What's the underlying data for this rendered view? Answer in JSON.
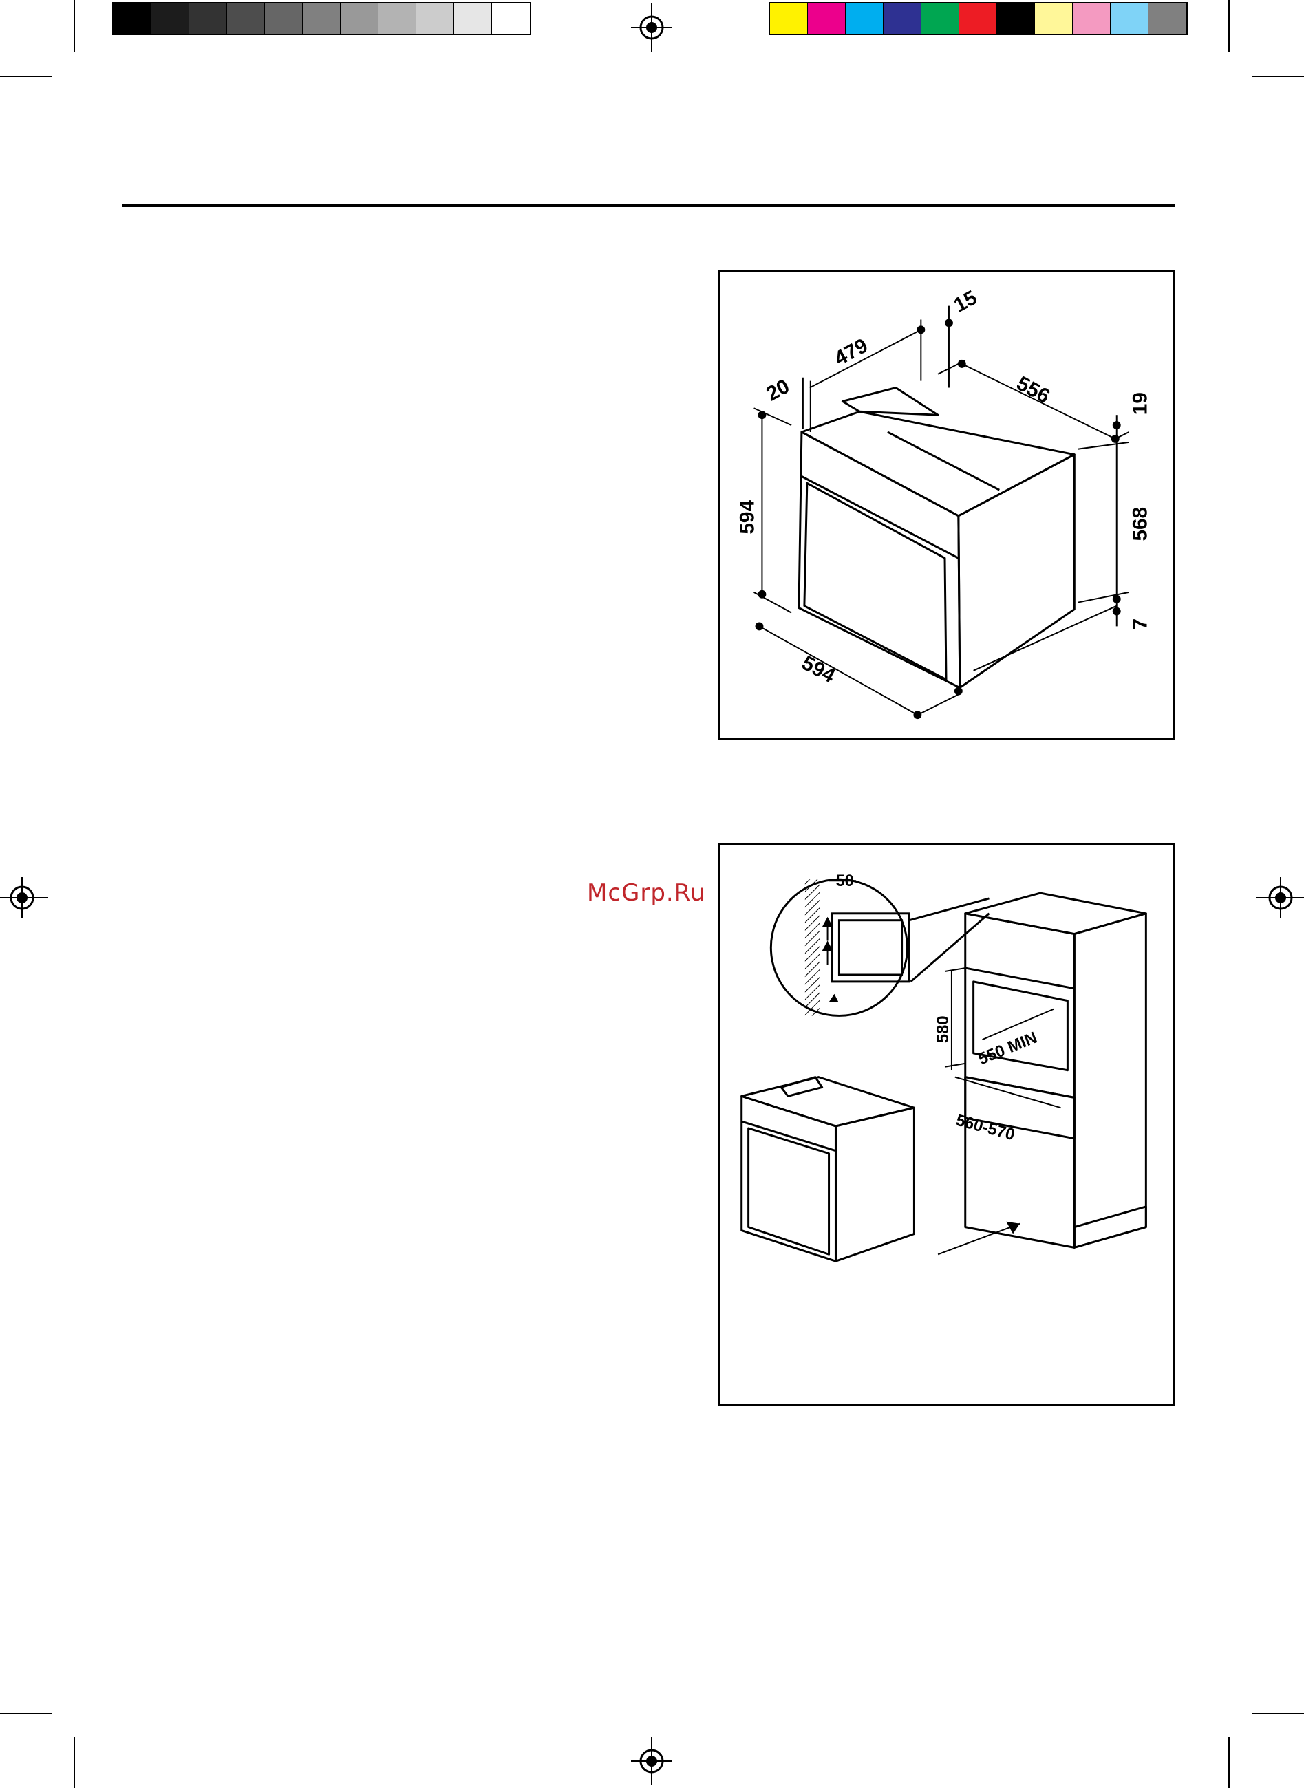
{
  "print_marks": {
    "gray_swatches": [
      "#000000",
      "#1c1c1c",
      "#333333",
      "#4d4d4d",
      "#666666",
      "#808080",
      "#999999",
      "#b3b3b3",
      "#cccccc",
      "#e6e6e6",
      "#ffffff"
    ],
    "color_swatches": [
      "#fff200",
      "#ec008c",
      "#00aeef",
      "#2e3192",
      "#00a651",
      "#ed1c24",
      "#000000",
      "#fff799",
      "#f49ac1",
      "#7fd3f7",
      "#808080"
    ]
  },
  "watermark": {
    "text": "McGrp.Ru",
    "color": "#c0262b"
  },
  "figure1": {
    "dims": {
      "top_depth": "479",
      "front_panel": "20",
      "inset": "15",
      "side_depth": "556",
      "top_offset": "19",
      "height_front": "594",
      "height_side": "568",
      "bottom_offset": "7",
      "width": "594"
    }
  },
  "figure2": {
    "dims": {
      "vent_gap": "50",
      "niche_height": "580",
      "niche_depth_min": "550 MIN",
      "niche_width": "560-570"
    }
  }
}
